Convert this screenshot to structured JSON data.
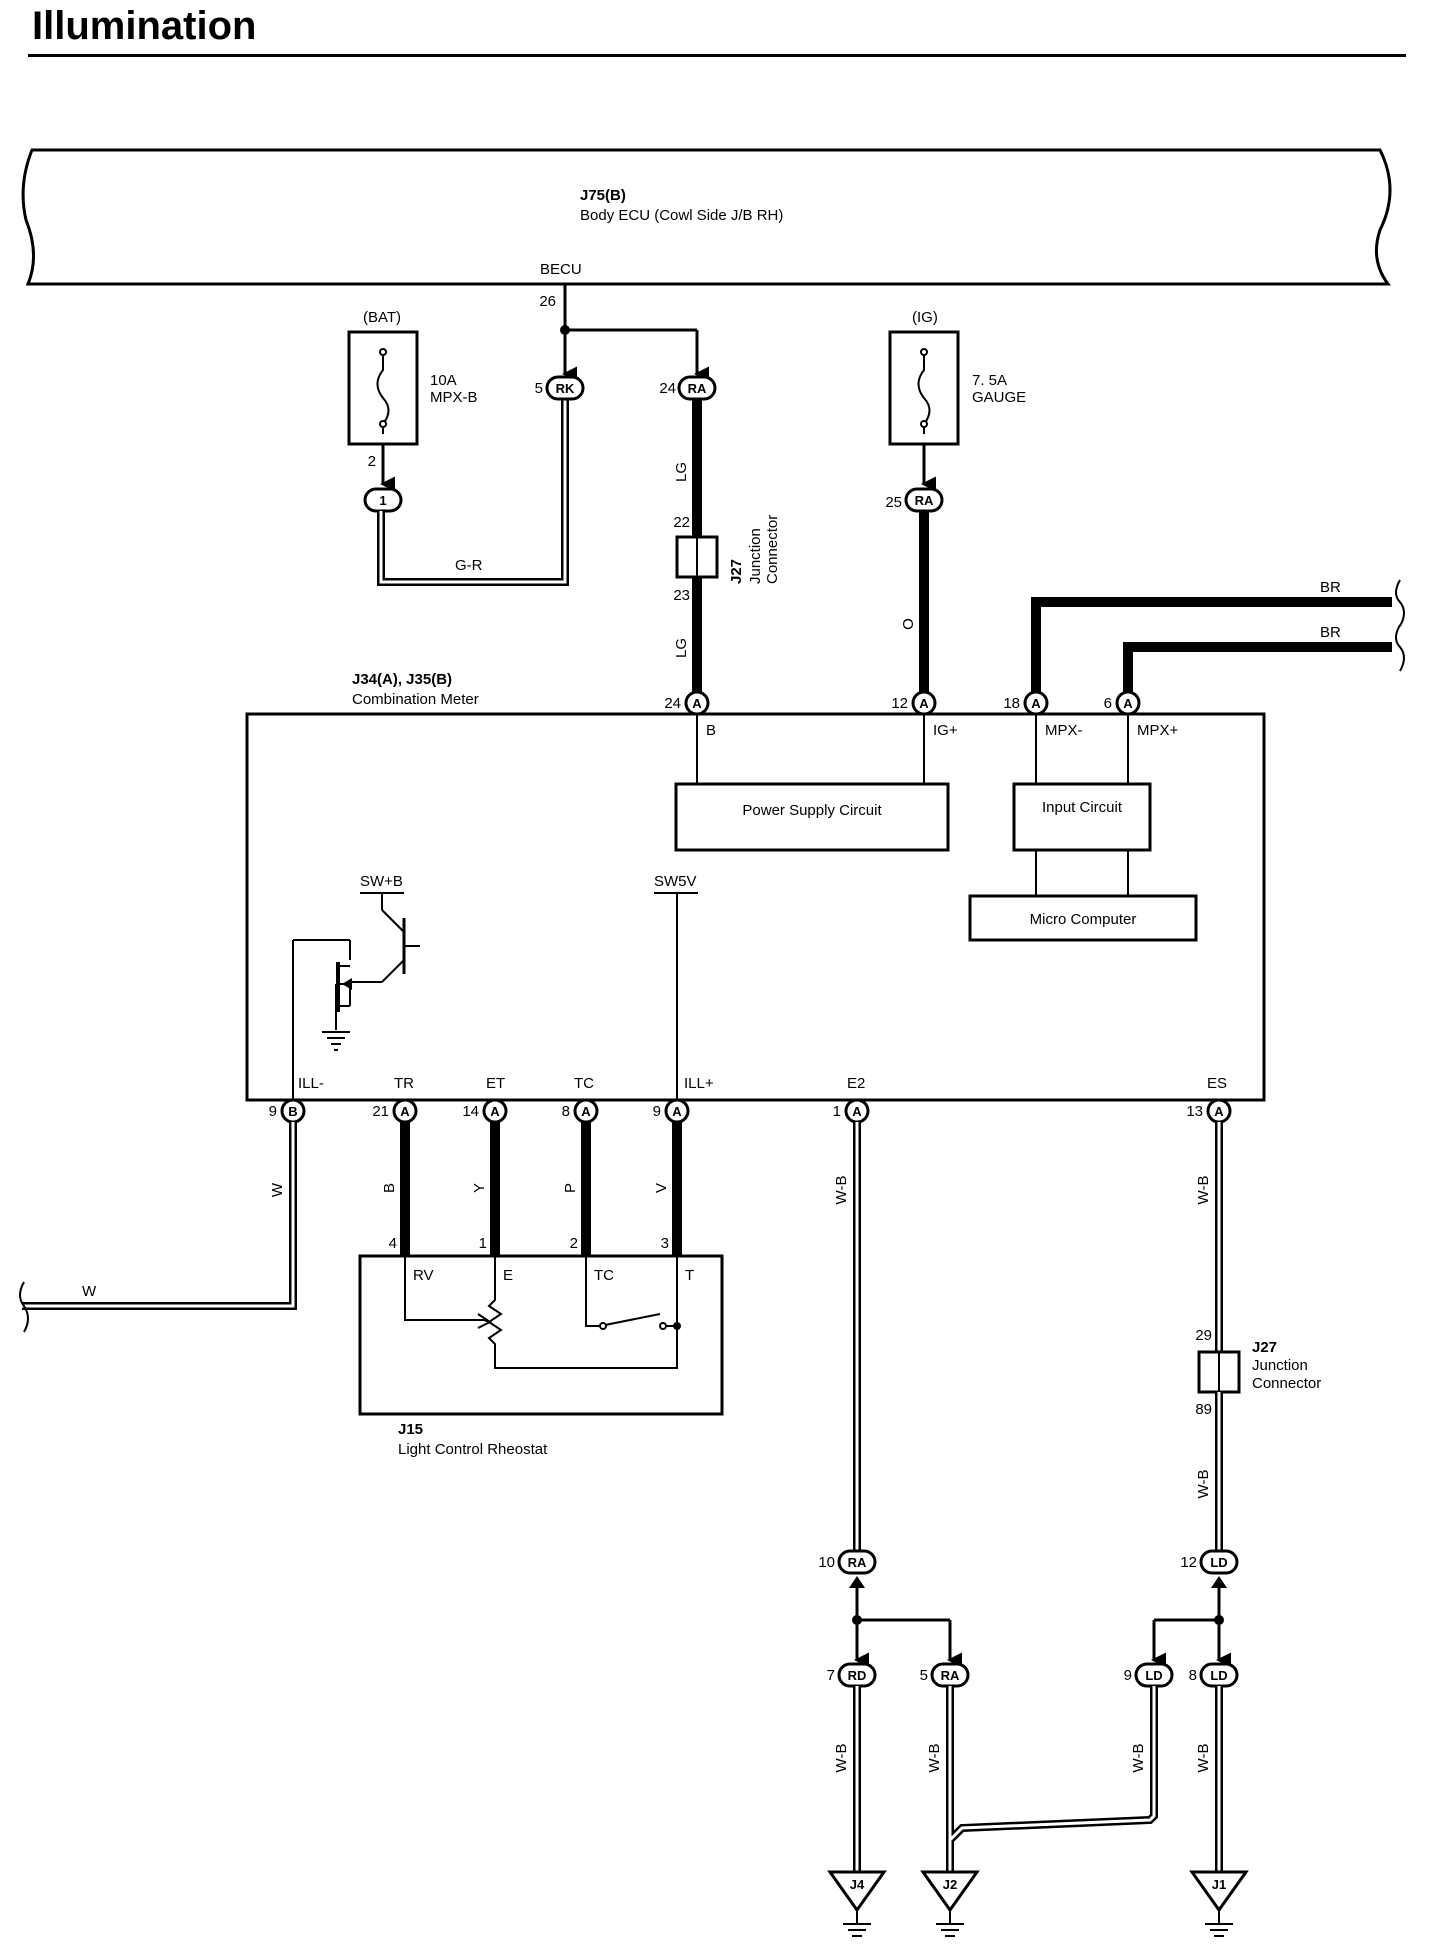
{
  "title": "Illumination",
  "body_ecu": {
    "id": "J75(B)",
    "name": "Body ECU (Cowl Side J/B RH)",
    "terminal": "BECU",
    "pin": "26"
  },
  "fuse_bat": {
    "supply": "(BAT)",
    "rating": "10A",
    "name": "MPX-B",
    "pin": "2",
    "connector": "1"
  },
  "fuse_ig": {
    "supply": "(IG)",
    "rating": "7. 5A",
    "name": "GAUGE",
    "pin": "25",
    "connector": "RA"
  },
  "conn_top": [
    {
      "pin": "5",
      "label": "RK"
    },
    {
      "pin": "24",
      "label": "RA"
    }
  ],
  "wires": {
    "g_r": "G-R",
    "lg_top": "LG",
    "lg_bottom": "LG",
    "o": "O",
    "br1": "BR",
    "br2": "BR",
    "w_vertical": "W",
    "w_horizontal": "W",
    "b": "B",
    "y": "Y",
    "p": "P",
    "v": "V",
    "wb_e2_top": "W-B",
    "wb_es_top": "W-B",
    "wb_es_mid": "W-B",
    "wb_j4": "W-B",
    "wb_j2": "W-B",
    "wb_ld9": "W-B",
    "wb_j1": "W-B"
  },
  "junction_top": {
    "id": "J27",
    "name1": "Junction",
    "name2": "Connector",
    "pin_in": "22",
    "pin_out": "23"
  },
  "junction_right": {
    "id": "J27",
    "name1": "Junction",
    "name2": "Connector",
    "pin_in": "29",
    "pin_out": "89"
  },
  "meter": {
    "id": "J34(A), J35(B)",
    "name": "Combination Meter",
    "top_pins": [
      {
        "pin": "24",
        "conn": "A",
        "term": "B"
      },
      {
        "pin": "12",
        "conn": "A",
        "term": "IG+"
      },
      {
        "pin": "18",
        "conn": "A",
        "term": "MPX-"
      },
      {
        "pin": "6",
        "conn": "A",
        "term": "MPX+"
      }
    ],
    "bottom_pins": [
      {
        "pin": "9",
        "conn": "B",
        "term": "ILL-"
      },
      {
        "pin": "21",
        "conn": "A",
        "term": "TR"
      },
      {
        "pin": "14",
        "conn": "A",
        "term": "ET"
      },
      {
        "pin": "8",
        "conn": "A",
        "term": "TC"
      },
      {
        "pin": "9",
        "conn": "A",
        "term": "ILL+"
      },
      {
        "pin": "1",
        "conn": "A",
        "term": "E2"
      },
      {
        "pin": "13",
        "conn": "A",
        "term": "ES"
      }
    ],
    "power_supply": "Power Supply Circuit",
    "input_circuit": "Input Circuit",
    "micro_computer": "Micro Computer",
    "swb": "SW+B",
    "sw5v": "SW5V"
  },
  "rheostat": {
    "id": "J15",
    "name": "Light Control Rheostat",
    "terms": [
      "RV",
      "E",
      "TC",
      "T"
    ],
    "pins": [
      "4",
      "1",
      "2",
      "3"
    ]
  },
  "lower_conns": [
    {
      "pin": "10",
      "label": "RA"
    },
    {
      "pin": "12",
      "label": "LD"
    },
    {
      "pin": "7",
      "label": "RD"
    },
    {
      "pin": "5",
      "label": "RA"
    },
    {
      "pin": "9",
      "label": "LD"
    },
    {
      "pin": "8",
      "label": "LD"
    }
  ],
  "grounds": [
    "J4",
    "J2",
    "J1"
  ]
}
